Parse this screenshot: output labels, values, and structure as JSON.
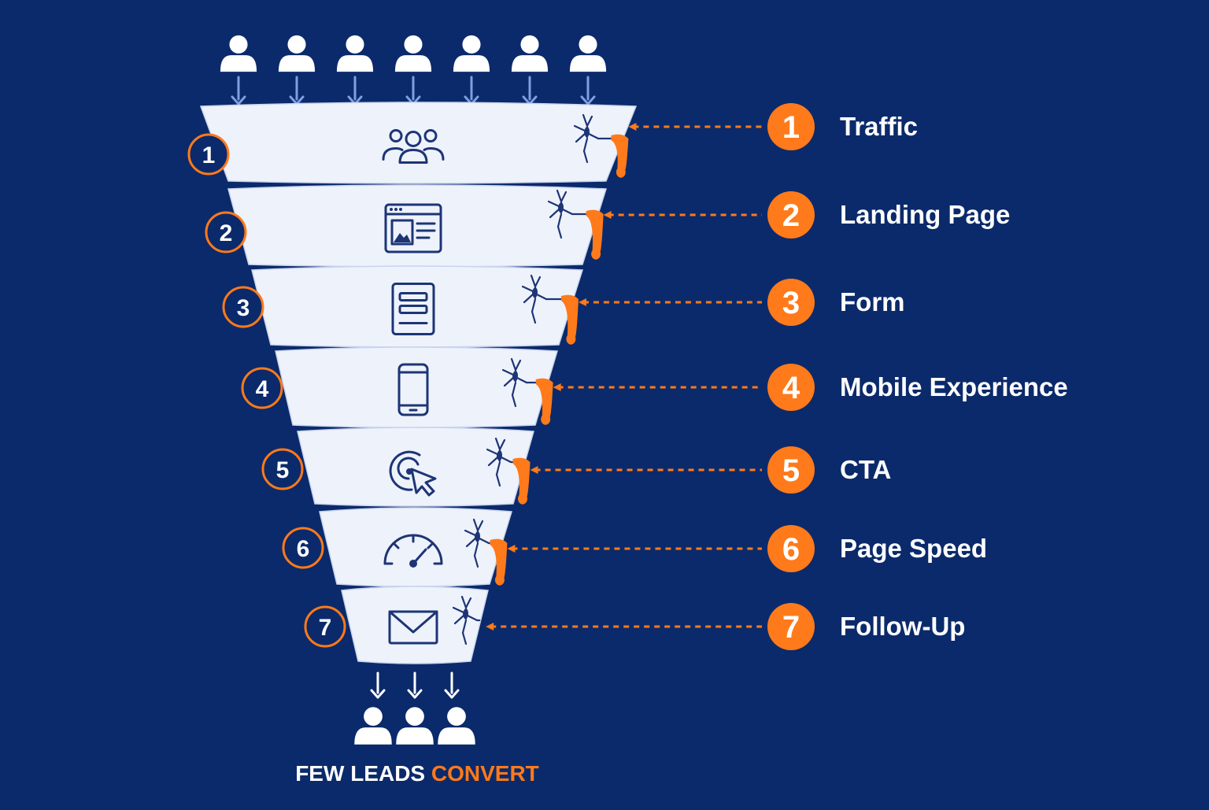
{
  "colors": {
    "background": "#0b2a6b",
    "funnel_fill": "#eef2fb",
    "funnel_edge": "#c9d4ee",
    "accent_orange": "#ff7a1a",
    "icon_navy": "#1d3576",
    "arrow_blue": "#7f9fe0"
  },
  "incoming_users": 7,
  "outgoing_users": 3,
  "stages": [
    {
      "number": "1",
      "label": "Traffic",
      "icon": "users-group-icon"
    },
    {
      "number": "2",
      "label": "Landing Page",
      "icon": "browser-window-icon"
    },
    {
      "number": "3",
      "label": "Form",
      "icon": "form-icon"
    },
    {
      "number": "4",
      "label": "Mobile Experience",
      "icon": "smartphone-icon"
    },
    {
      "number": "5",
      "label": "CTA",
      "icon": "cursor-click-icon"
    },
    {
      "number": "6",
      "label": "Page Speed",
      "icon": "speedometer-icon"
    },
    {
      "number": "7",
      "label": "Follow-Up",
      "icon": "envelope-icon"
    }
  ],
  "caption": {
    "part1": "FEW LEADS",
    "part2": "CONVERT"
  }
}
